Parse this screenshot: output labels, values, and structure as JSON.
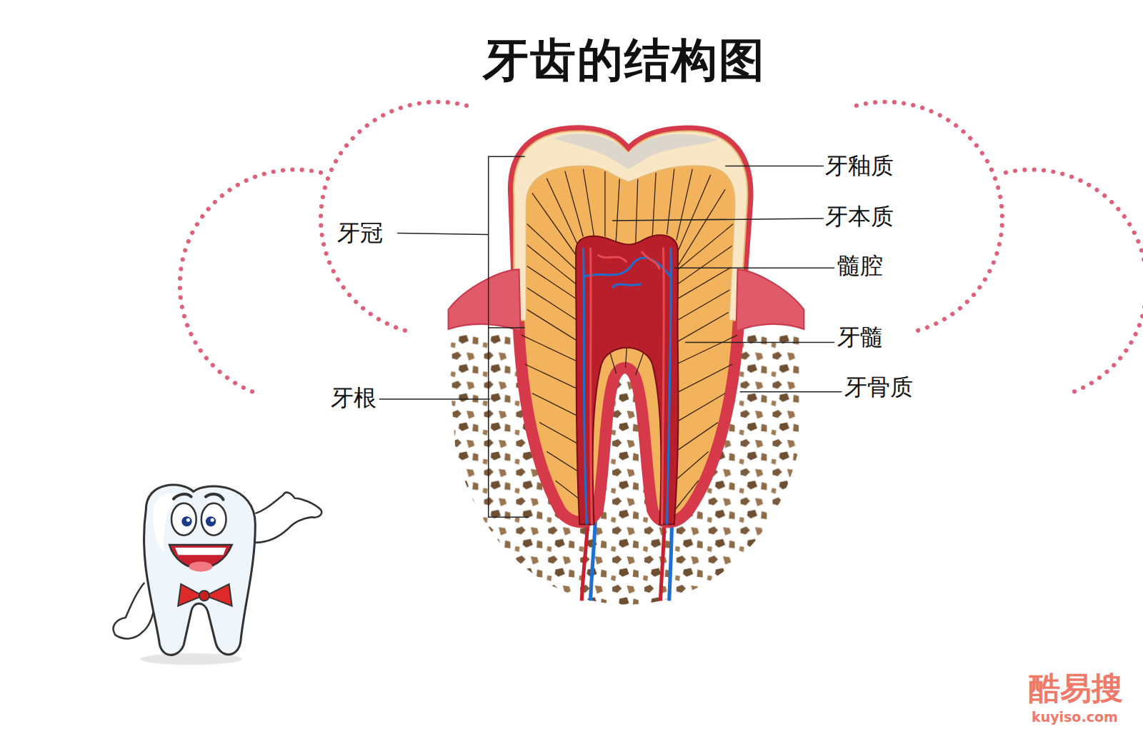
{
  "diagram": {
    "title": "牙齿的结构图",
    "labels": [
      "牙冠",
      "牙根",
      "牙釉质",
      "牙本质",
      "髓腔",
      "牙髓",
      "牙骨质",
      "酷易搜",
      "kuyiso.com"
    ]
  }
}
